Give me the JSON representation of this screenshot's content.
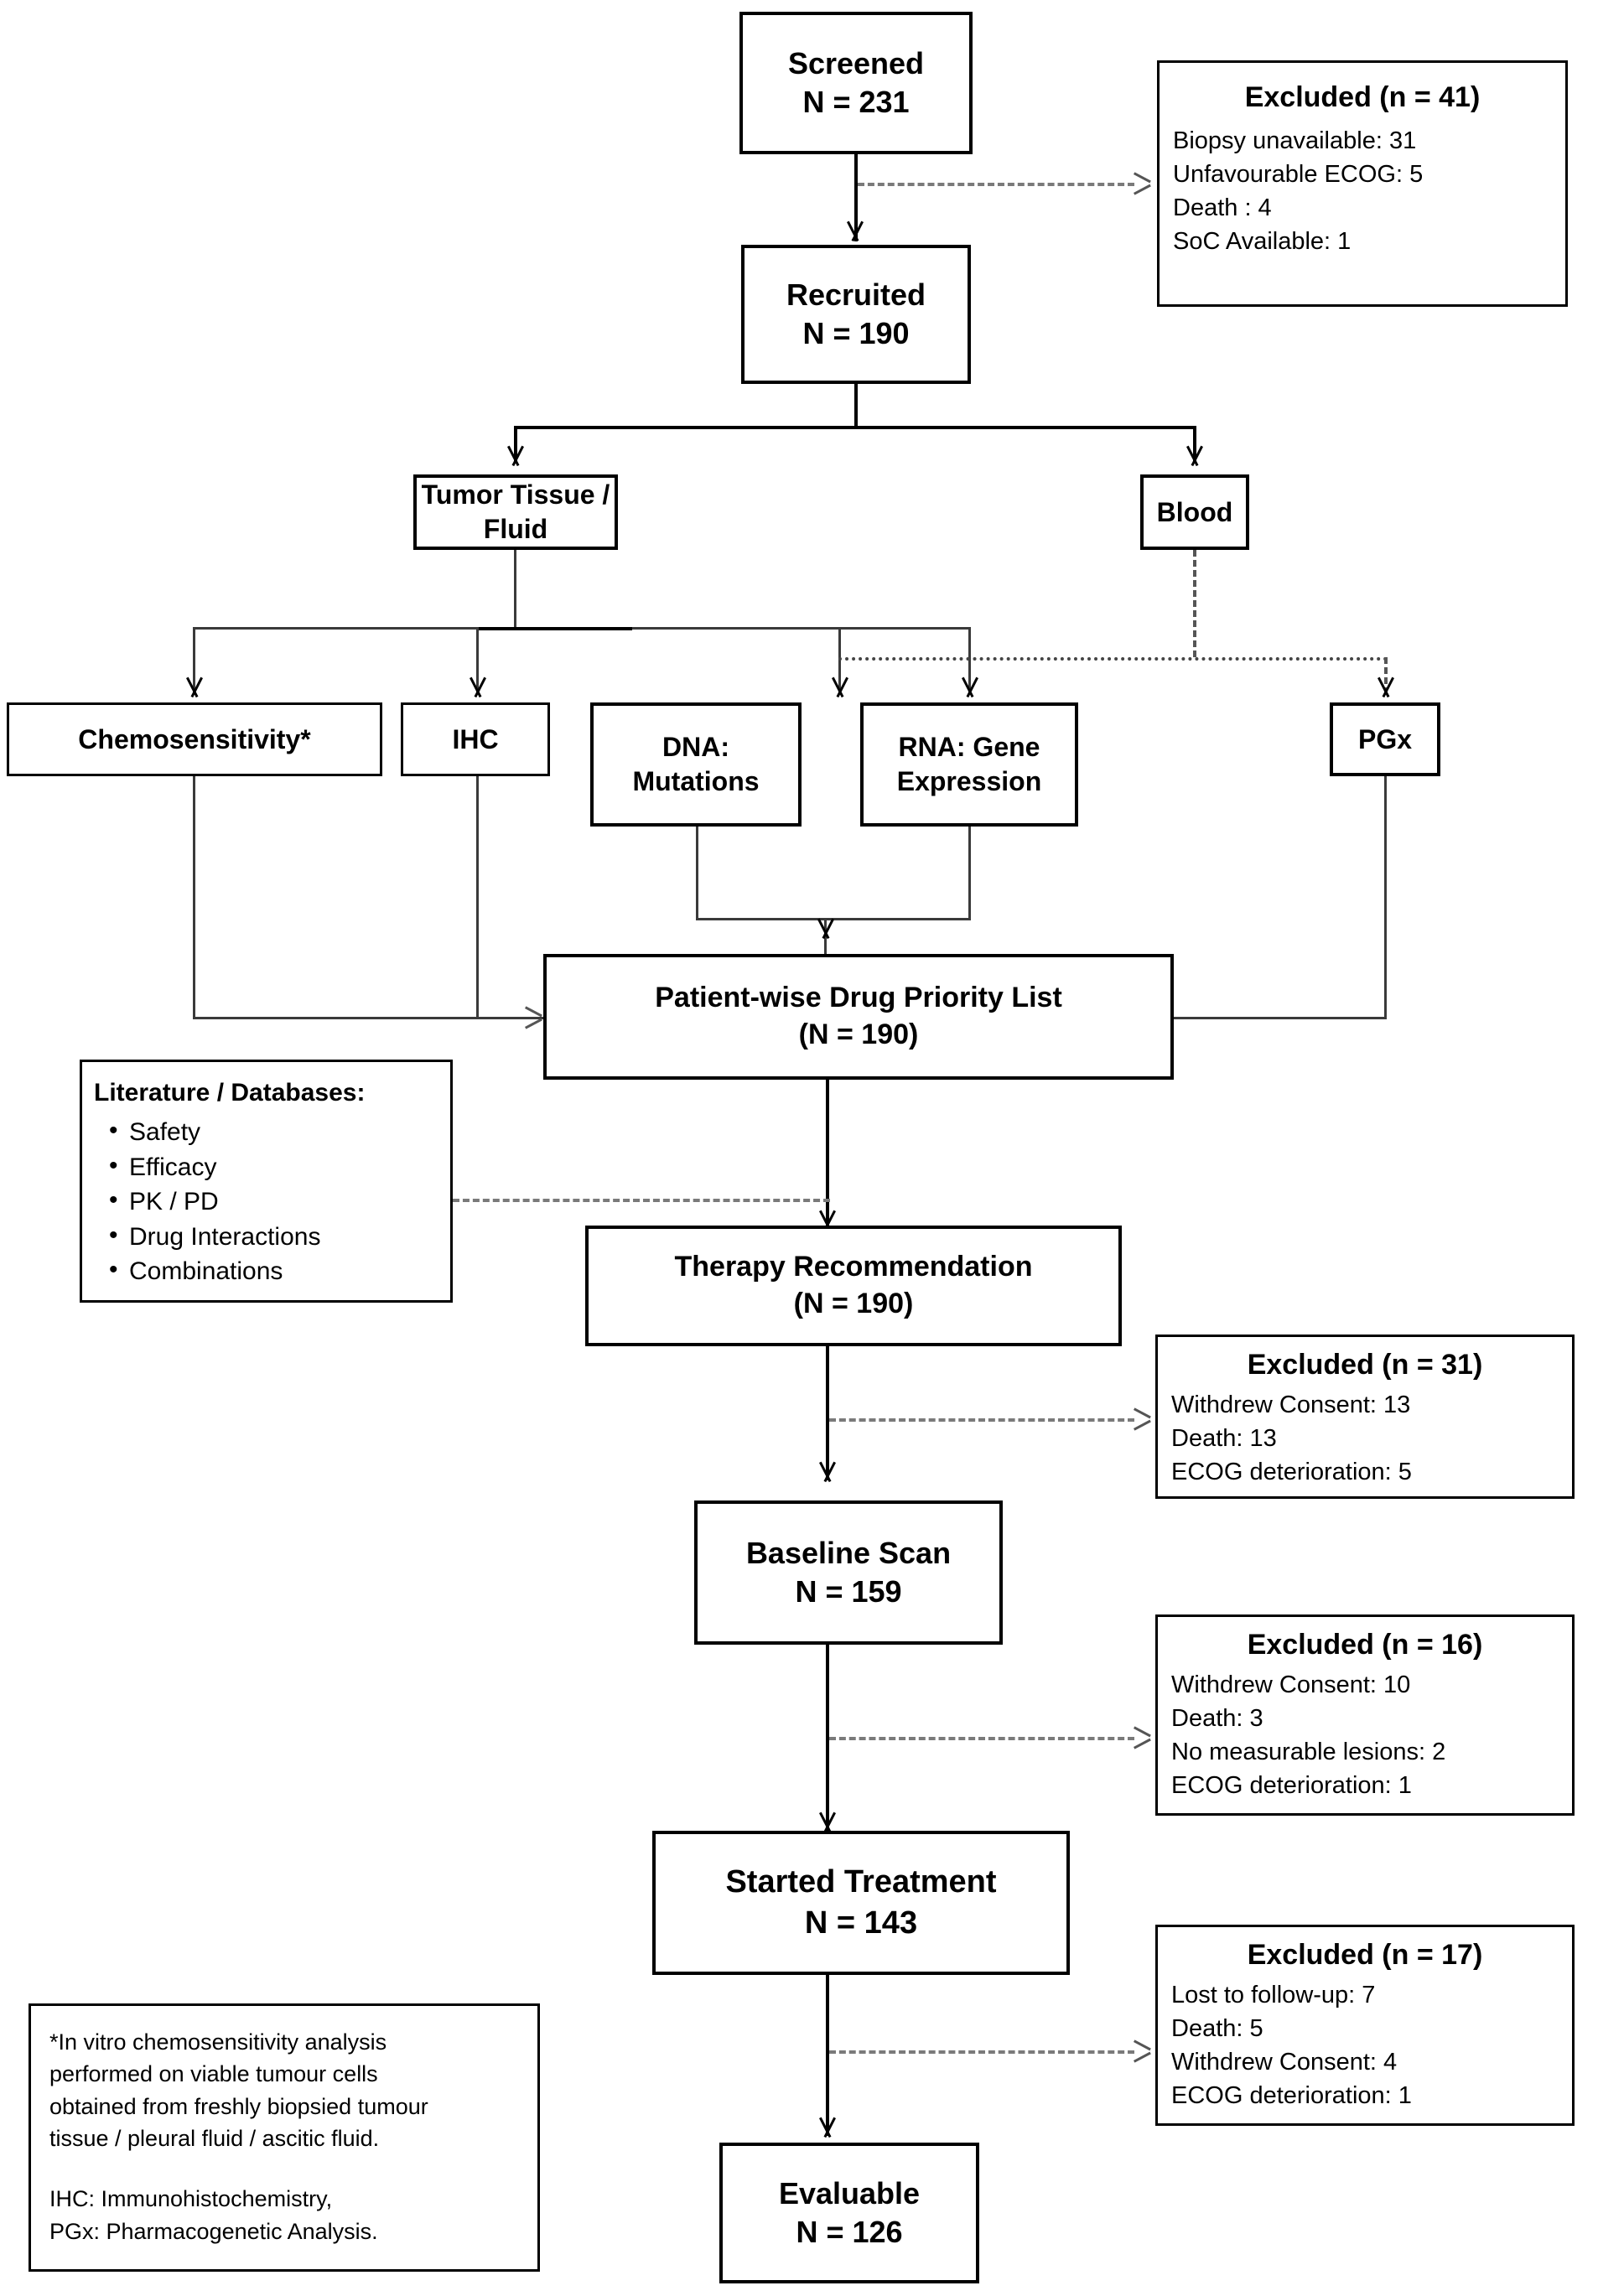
{
  "flow": {
    "screened": {
      "title": "Screened",
      "count": "N = 231"
    },
    "recruited": {
      "title": "Recruited",
      "count": "N = 190"
    },
    "tumor_tissue": {
      "title": "Tumor Tissue / Fluid"
    },
    "blood": {
      "title": "Blood"
    },
    "priority_list": {
      "title": "Patient-wise Drug Priority List",
      "count": "(N = 190)"
    },
    "therapy": {
      "title": "Therapy Recommendation",
      "count": "(N = 190)"
    },
    "baseline": {
      "title": "Baseline Scan",
      "count": "N = 159"
    },
    "started": {
      "title": "Started  Treatment",
      "count": "N = 143"
    },
    "evaluable": {
      "title": "Evaluable",
      "count": "N = 126"
    }
  },
  "assays": {
    "chemosensitivity": {
      "label": "Chemosensitivity*"
    },
    "ihc": {
      "label": "IHC"
    },
    "dna": {
      "line1": "DNA:",
      "line2": "Mutations"
    },
    "rna": {
      "line1": "RNA: Gene",
      "line2": "Expression"
    },
    "pgx": {
      "label": "PGx"
    }
  },
  "excluded": [
    {
      "title": "Excluded (n = 41)",
      "reasons": [
        "Biopsy unavailable: 31",
        "Unfavourable ECOG: 5",
        "Death : 4",
        "SoC Available: 1"
      ]
    },
    {
      "title": "Excluded (n = 31)",
      "reasons": [
        "Withdrew Consent: 13",
        "Death: 13",
        "ECOG deterioration: 5"
      ]
    },
    {
      "title": "Excluded (n = 16)",
      "reasons": [
        "Withdrew Consent: 10",
        "Death: 3",
        "No measurable lesions: 2",
        "ECOG deterioration: 1"
      ]
    },
    {
      "title": "Excluded (n = 17)",
      "reasons": [
        "Lost to follow-up: 7",
        "Death: 5",
        "Withdrew Consent: 4",
        "ECOG deterioration: 1"
      ]
    }
  ],
  "literature": {
    "title": "Literature / Databases:",
    "items": [
      "Safety",
      "Efficacy",
      "PK / PD",
      "Drug Interactions",
      "Combinations"
    ]
  },
  "footnote": {
    "line1": "*In vitro chemosensitivity analysis",
    "line2": "performed on viable tumour cells",
    "line3": "obtained from freshly biopsied tumour",
    "line4": "tissue / pleural fluid / ascitic fluid.",
    "line5": "IHC: Immunohistochemistry,",
    "line6": "PGx: Pharmacogenetic Analysis."
  }
}
